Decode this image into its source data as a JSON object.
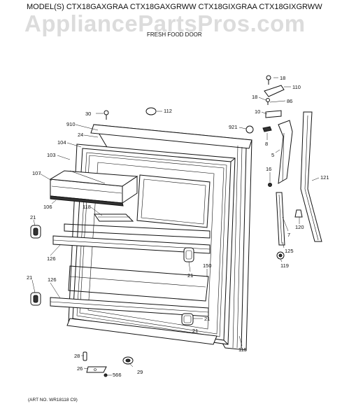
{
  "header": {
    "models": "MODEL(S) CTX18GAXGRAA  CTX18GAXGRWW  CTX18GIXGRAA  CTX18GIXGRWW",
    "subtitle": "FRESH FOOD DOOR"
  },
  "watermark": "AppliancePartsPros.com",
  "art_number": "(ART NO. WR18118 C9)",
  "callouts": [
    {
      "id": "c18a",
      "text": "18"
    },
    {
      "id": "c110",
      "text": "110"
    },
    {
      "id": "c18b",
      "text": "18"
    },
    {
      "id": "c86",
      "text": "86"
    },
    {
      "id": "c10",
      "text": "10"
    },
    {
      "id": "c30",
      "text": "30"
    },
    {
      "id": "c112",
      "text": "112"
    },
    {
      "id": "c910",
      "text": "910"
    },
    {
      "id": "c24",
      "text": "24"
    },
    {
      "id": "c921",
      "text": "921"
    },
    {
      "id": "c8",
      "text": "8"
    },
    {
      "id": "c104",
      "text": "104"
    },
    {
      "id": "c103",
      "text": "103"
    },
    {
      "id": "c5",
      "text": "5"
    },
    {
      "id": "c107",
      "text": "107"
    },
    {
      "id": "c16",
      "text": "16"
    },
    {
      "id": "c121",
      "text": "121"
    },
    {
      "id": "c106",
      "text": "106"
    },
    {
      "id": "c118",
      "text": "118"
    },
    {
      "id": "c21a",
      "text": "21"
    },
    {
      "id": "c120",
      "text": "120"
    },
    {
      "id": "c7",
      "text": "7"
    },
    {
      "id": "c126a",
      "text": "126"
    },
    {
      "id": "c125",
      "text": "125"
    },
    {
      "id": "c21b",
      "text": "21"
    },
    {
      "id": "c150",
      "text": "150"
    },
    {
      "id": "c119",
      "text": "119"
    },
    {
      "id": "c21c",
      "text": "21"
    },
    {
      "id": "c126b",
      "text": "126"
    },
    {
      "id": "c21d",
      "text": "21"
    },
    {
      "id": "c21e",
      "text": "21"
    },
    {
      "id": "c115",
      "text": "115"
    },
    {
      "id": "c28",
      "text": "28"
    },
    {
      "id": "c26",
      "text": "26"
    },
    {
      "id": "c566",
      "text": "566"
    },
    {
      "id": "c29",
      "text": "29"
    }
  ]
}
